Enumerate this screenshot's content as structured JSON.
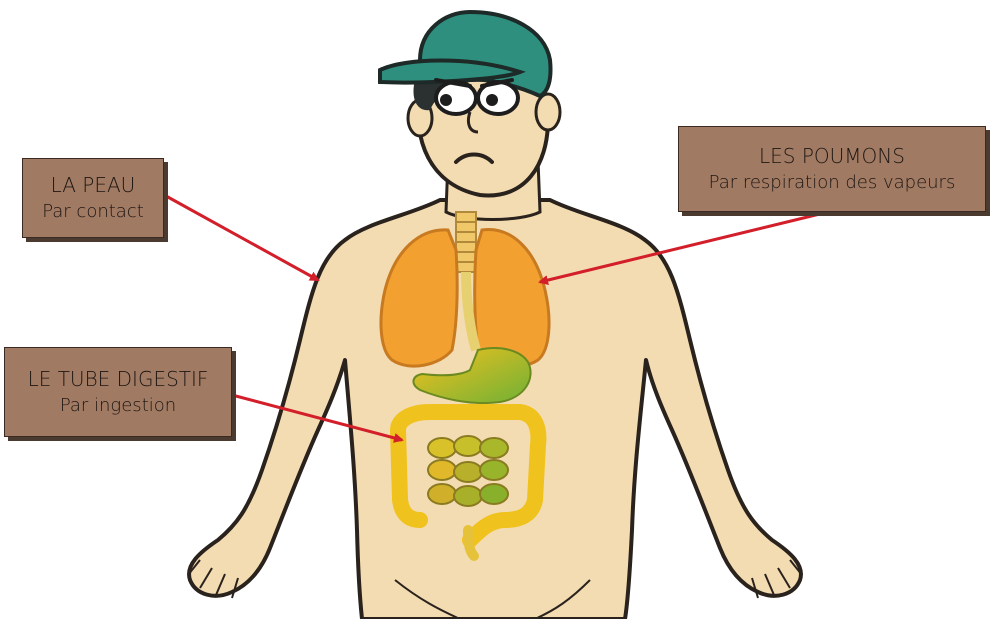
{
  "labels": {
    "peau": {
      "title": "LA PEAU",
      "subtitle": "Par contact"
    },
    "poumons": {
      "title": "LES POUMONS",
      "subtitle": "Par respiration des vapeurs"
    },
    "tube": {
      "title": "LE TUBE DIGESTIF",
      "subtitle": "Par ingestion"
    }
  },
  "colors": {
    "skin": "#f4dcb2",
    "outline": "#2a221c",
    "cap": "#2f8f7f",
    "hair": "#2b3030",
    "lungs": "#f2a030",
    "trachea": "#f0c86a",
    "stomach": "#8bbf2a",
    "intestine_small": "#c6b826",
    "intestine_large": "#f0c21e",
    "arrow": "#d21f2a",
    "label_bg": "#a07a63"
  }
}
